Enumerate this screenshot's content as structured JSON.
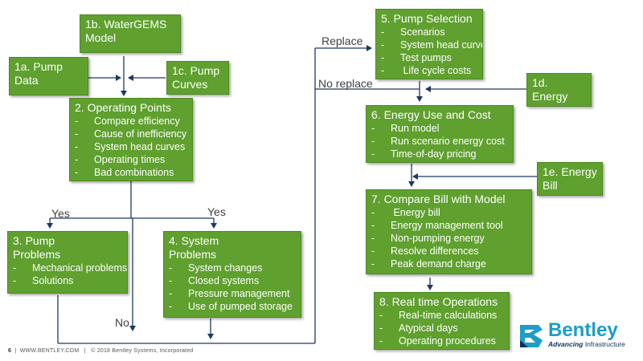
{
  "boxes": {
    "b1b": {
      "title": "1b. WaterGEMS\nModel",
      "items": []
    },
    "b1a": {
      "title": "1a. Pump\nData",
      "items": []
    },
    "b1c": {
      "title": "1c. Pump\nCurves",
      "items": []
    },
    "b2": {
      "title": "2. Operating Points",
      "items": [
        "Compare efficiency",
        "Cause of inefficiency",
        "System head curves",
        "Operating times",
        "Bad combinations"
      ]
    },
    "b3": {
      "title": "3. Pump\nProblems",
      "items": [
        "Mechanical problems",
        "Solutions"
      ]
    },
    "b4": {
      "title": "4. System\nProblems",
      "items": [
        "System changes",
        "Closed systems",
        "Pressure management",
        "Use of pumped storage"
      ]
    },
    "b5": {
      "title": "5. Pump Selection",
      "items": [
        "Scenarios",
        "System head curves",
        "Test pumps",
        " Life cycle costs"
      ]
    },
    "b1d": {
      "title": "1d. Energy\nTariff",
      "items": []
    },
    "b6": {
      "title": "6. Energy Use  and Cost",
      "items": [
        "Run model",
        "Run scenario energy cost",
        "Time-of-day pricing"
      ]
    },
    "b1e": {
      "title": "1e. Energy\nBill",
      "items": []
    },
    "b7": {
      "title": "7. Compare Bill with Model",
      "items": [
        " Energy bill",
        "Energy management tool",
        "Non-pumping energy",
        "Resolve differences",
        "Peak demand charge"
      ]
    },
    "b8": {
      "title": "8. Real time Operations",
      "items": [
        "Real-time calculations",
        "Atypical days",
        "Operating procedures"
      ]
    }
  },
  "labels": {
    "replace": "Replace",
    "no_replace": "No replace",
    "yes_left": "Yes",
    "yes_right": "Yes",
    "no": "No"
  },
  "footer": {
    "page": "6",
    "site": "WWW.BENTLEY.COM",
    "copyright": "© 2018 Bentley Systems, Incorporated"
  },
  "logo": {
    "name": "Bentley",
    "tagline_bold": "Advancing",
    "tagline_rest": " Infrastructure"
  },
  "colors": {
    "box_green": "#5fa02e",
    "connector_navy": "#1f3864",
    "logo_blue": "#1d9dc8"
  }
}
